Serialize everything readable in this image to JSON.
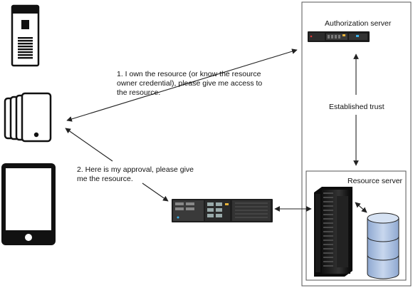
{
  "labels": {
    "authorization_server": "Authorization server",
    "established_trust": "Established trust",
    "resource_server": "Resource server",
    "step1": "1. I own the resource (or know the resource\nowner credential), please give me access to\nthe resource.",
    "step2": "2. Here is my approval, please give\nme the resource."
  },
  "icons": {
    "client_devices": [
      "desktop-tower-icon",
      "phone-stack-icon",
      "tablet-icon"
    ],
    "servers": [
      "rack-server-icon",
      "appliance-server-icon",
      "rack-cabinet-icon",
      "database-icon"
    ]
  },
  "colors": {
    "line": "#222222",
    "panel_border": "#555555",
    "database_fill": "#b9cbe6"
  }
}
